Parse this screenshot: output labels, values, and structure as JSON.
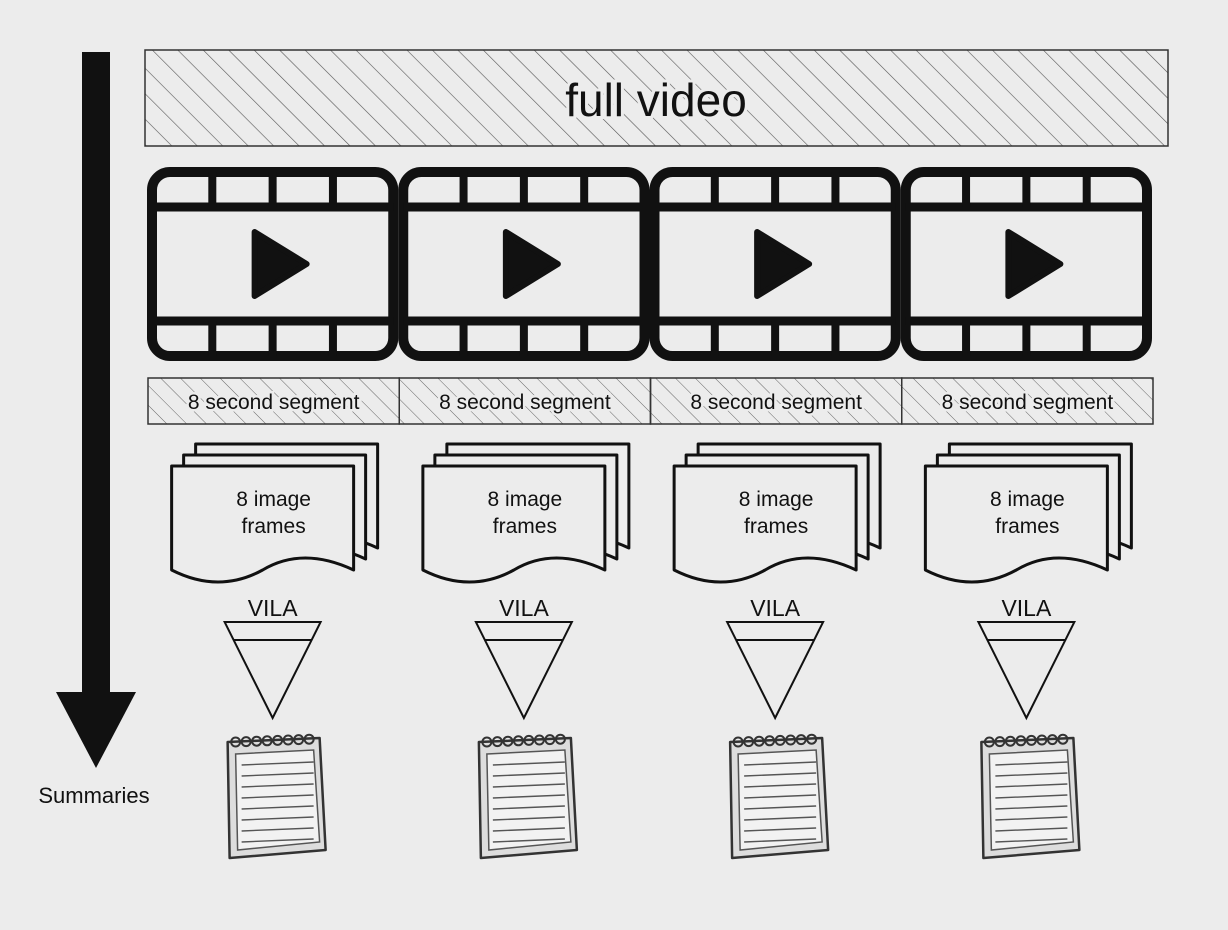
{
  "diagram": {
    "full_video_label": "full video",
    "axis_label": "Summaries",
    "segment_count": 4,
    "segment_label": "8 second segment",
    "frames_label_line1": "8 image",
    "frames_label_line2": "frames",
    "model_label": "VILA"
  },
  "colors": {
    "background": "#ececec",
    "ink": "#111111",
    "hatch": "#555555",
    "paper": "#ffffff"
  },
  "icons": {
    "timeline_arrow": "arrow-down-icon",
    "clip": "film-play-icon",
    "frames": "document-stack-icon",
    "model": "funnel-icon",
    "summary": "notepad-icon"
  }
}
